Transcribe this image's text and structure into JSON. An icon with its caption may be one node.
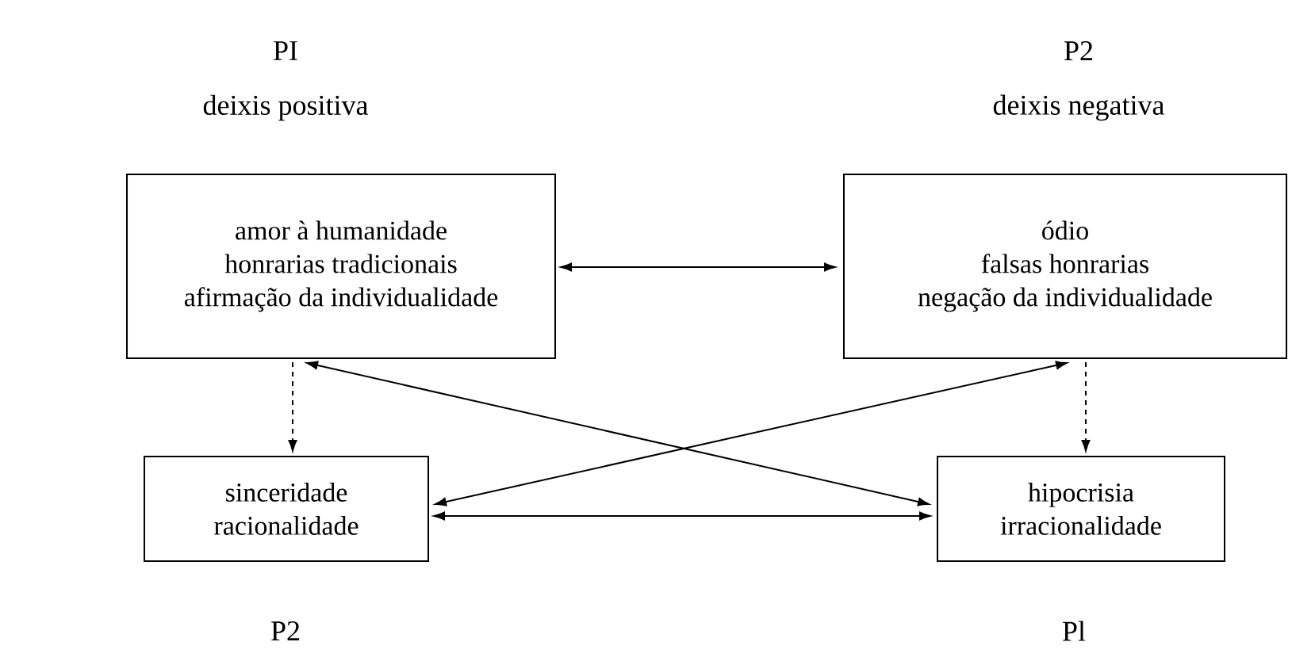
{
  "diagram": {
    "nodes": [
      {
        "text": [
          "amor à humanidade",
          "honrarias tradicionais",
          "afirmação da individualidade"
        ]
      },
      {
        "text": [
          "ódio",
          "falsas honrarias",
          "negação da individualidade"
        ]
      },
      {
        "text": [
          "sinceridade",
          "racionalidade"
        ]
      },
      {
        "text": [
          "hipocrisia",
          "irracionalidade"
        ]
      }
    ],
    "edges": [
      {
        "from": 0,
        "to": 1,
        "arrow": "both"
      },
      {
        "from": 0,
        "to": 2,
        "arrow": "to",
        "style": "dashed"
      },
      {
        "from": 1,
        "to": 3,
        "arrow": "to",
        "style": "dashed"
      },
      {
        "from": 0,
        "to": 3,
        "arrow": "both"
      },
      {
        "from": 1,
        "to": 2,
        "arrow": "both"
      },
      {
        "from": 2,
        "to": 3,
        "arrow": "both"
      }
    ],
    "labels": [
      "PI",
      "deixis positiva",
      "P2",
      "deixis negativa",
      "P2",
      "Pl"
    ]
  }
}
